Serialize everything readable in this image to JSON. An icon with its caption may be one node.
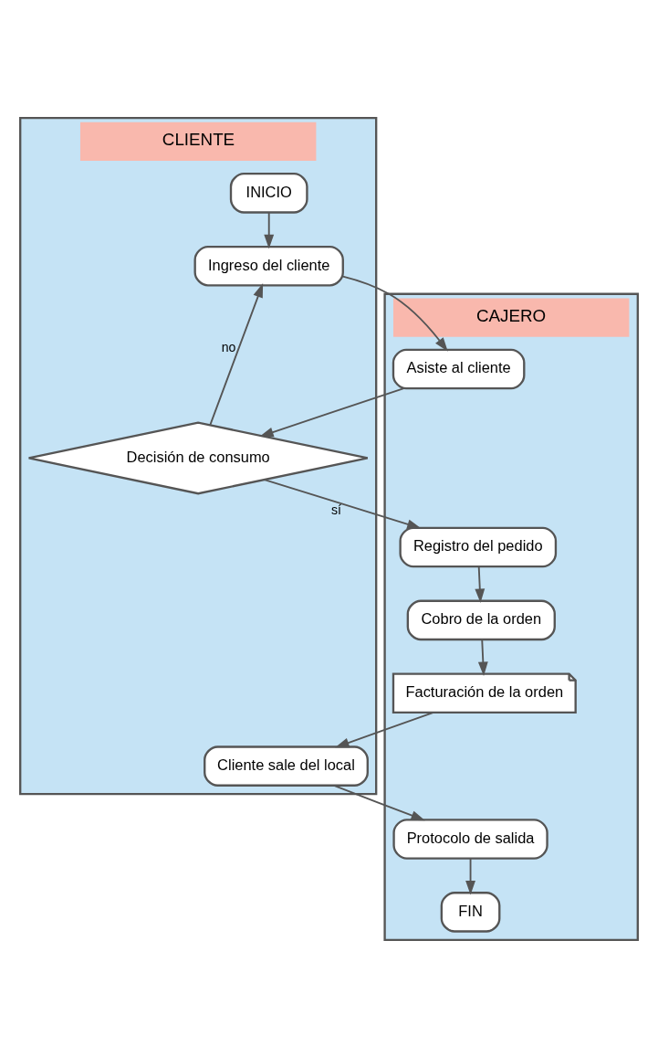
{
  "diagram": {
    "nodes": [
      {
        "text": [
          "CLIENTE"
        ]
      },
      {
        "text": [
          "CAJERO"
        ]
      },
      {
        "text": [
          "INICIO"
        ],
        "in": 0
      },
      {
        "text": [
          "Ingreso del cliente"
        ],
        "in": 0
      },
      {
        "text": [
          "Decisión de consumo"
        ],
        "in": 0
      },
      {
        "text": [
          "Cliente sale del local"
        ],
        "in": 0
      },
      {
        "text": [
          "Asiste al cliente"
        ],
        "in": 1
      },
      {
        "text": [
          "Registro del pedido"
        ],
        "in": 1
      },
      {
        "text": [
          "Cobro de la orden"
        ],
        "in": 1
      },
      {
        "text": [
          "Facturación de la orden"
        ],
        "in": 1
      },
      {
        "text": [
          "Protocolo de salida"
        ],
        "in": 1
      },
      {
        "text": [
          "FIN"
        ],
        "in": 1
      }
    ],
    "edges": [
      {
        "from": 2,
        "to": 3,
        "arrow": "to"
      },
      {
        "from": 3,
        "to": 6,
        "arrow": "to"
      },
      {
        "from": 6,
        "to": 4,
        "arrow": "to"
      },
      {
        "from": 4,
        "to": 3,
        "label": "no",
        "arrow": "to"
      },
      {
        "from": 4,
        "to": 7,
        "label": "sí",
        "arrow": "to"
      },
      {
        "from": 7,
        "to": 8,
        "arrow": "to"
      },
      {
        "from": 8,
        "to": 9,
        "arrow": "to"
      },
      {
        "from": 9,
        "to": 5,
        "arrow": "to"
      },
      {
        "from": 5,
        "to": 10,
        "arrow": "to"
      },
      {
        "from": 10,
        "to": 11,
        "arrow": "to"
      }
    ]
  }
}
